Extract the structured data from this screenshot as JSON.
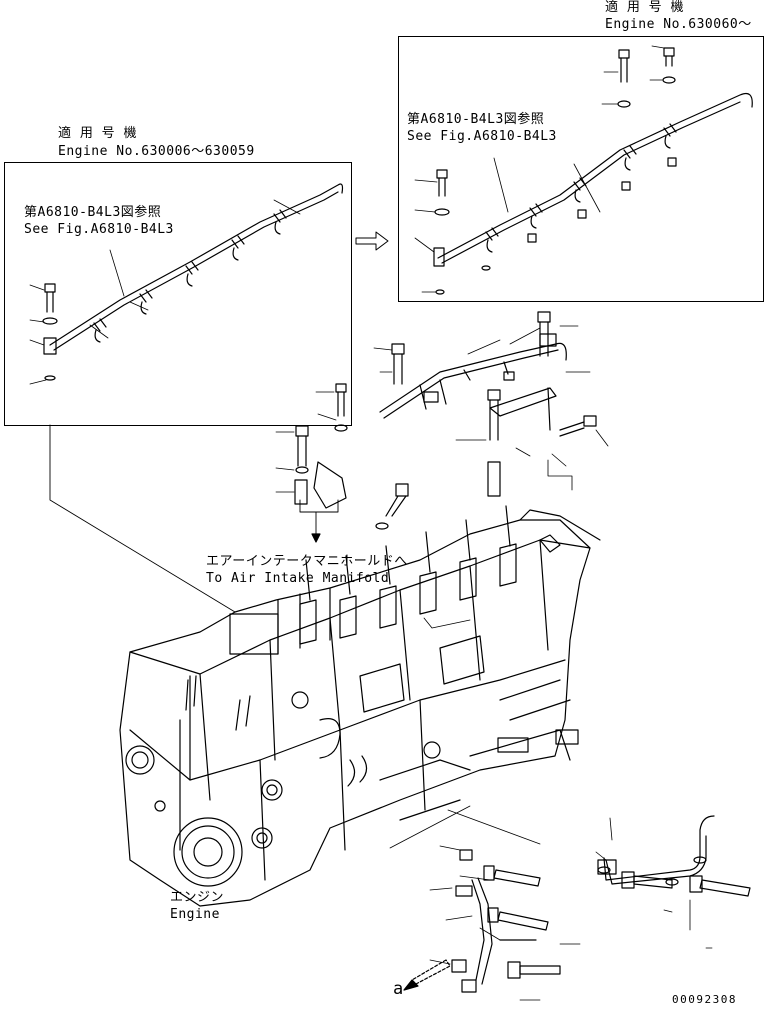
{
  "left_callout": {
    "header_jp": "適 用 号 機",
    "header_en": "Engine No.630006～630059",
    "ref_jp": "第A6810-B4L3図参照",
    "ref_en": "See Fig.A6810-B4L3"
  },
  "right_callout": {
    "header_jp": "適 用 号 機",
    "header_en": "Engine No.630060～",
    "ref_jp": "第A6810-B4L3図参照",
    "ref_en": "See Fig.A6810-B4L3"
  },
  "manifold_label": {
    "jp": "エアーインテークマニホールドへ",
    "en": "To Air Intake Manifold"
  },
  "engine_label": {
    "jp": "エンジン",
    "en": "Engine"
  },
  "marker_a": "a",
  "figure_number": "00092308",
  "colors": {
    "line": "#000000",
    "background": "#ffffff"
  }
}
